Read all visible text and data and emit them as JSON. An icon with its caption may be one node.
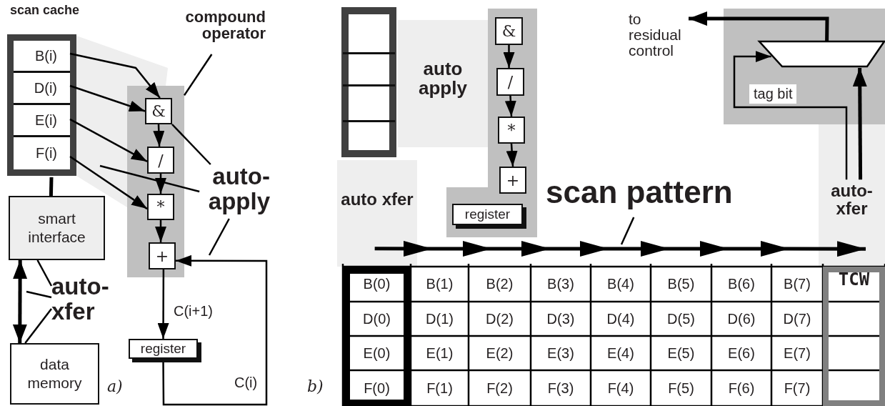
{
  "diagram": {
    "nodes": [
      {
        "text": [
          "scan cache"
        ]
      },
      {
        "text": [
          "B(i)"
        ],
        "in": 0
      },
      {
        "text": [
          "D(i)"
        ],
        "in": 0
      },
      {
        "text": [
          "E(i)"
        ],
        "in": 0
      },
      {
        "text": [
          "F(i)"
        ],
        "in": 0
      },
      {
        "text": [],
        "shape": "box"
      },
      {
        "text": [
          "&"
        ],
        "in": 5
      },
      {
        "text": [
          "/"
        ],
        "in": 5
      },
      {
        "text": [
          "*"
        ],
        "in": 5
      },
      {
        "text": [
          "+"
        ],
        "in": 5
      },
      {
        "text": [
          "compound operator"
        ]
      },
      {
        "text": [
          "auto-apply"
        ]
      },
      {
        "text": [
          "smart interface"
        ]
      },
      {
        "text": [
          "data memory"
        ]
      },
      {
        "text": [
          "auto-xfer"
        ]
      },
      {
        "text": [
          "register"
        ]
      },
      {
        "text": [],
        "shape": "box"
      },
      {
        "text": [
          "auto apply"
        ]
      },
      {
        "text": [],
        "shape": "box"
      },
      {
        "text": [
          "&"
        ],
        "in": 18
      },
      {
        "text": [
          "/"
        ],
        "in": 18
      },
      {
        "text": [
          "*"
        ],
        "in": 18
      },
      {
        "text": [
          "+"
        ],
        "in": 18
      },
      {
        "text": [
          "register"
        ],
        "in": 18
      },
      {
        "text": [],
        "shape": "box"
      },
      {
        "text": [],
        "shape": "trapezoid",
        "in": 24
      },
      {
        "text": [
          "to residual control"
        ]
      },
      {
        "text": [
          "auto-xfer"
        ]
      },
      {
        "text": [
          "auto xfer"
        ]
      },
      {
        "text": [
          "scan pattern"
        ]
      }
    ],
    "edges": [
      {
        "from": 1,
        "to": 6,
        "arrow": "to"
      },
      {
        "from": 2,
        "to": 6,
        "arrow": "to"
      },
      {
        "from": 3,
        "to": 7,
        "arrow": "to"
      },
      {
        "from": 4,
        "to": 8,
        "arrow": "to"
      },
      {
        "from": 6,
        "to": 7,
        "arrow": "to"
      },
      {
        "from": 7,
        "to": 8,
        "arrow": "to"
      },
      {
        "from": 8,
        "to": 9,
        "arrow": "to"
      },
      {
        "from": 9,
        "to": 15,
        "arrow": "to",
        "label": "C(i+1)"
      },
      {
        "from": 15,
        "to": 9,
        "arrow": "to",
        "label": "C(i)"
      },
      {
        "from": 0,
        "to": 12,
        "arrow": "none",
        "style": "thick"
      },
      {
        "from": 12,
        "to": 13,
        "arrow": "both",
        "style": "thick"
      },
      {
        "from": 10,
        "to": 5,
        "arrow": "none"
      },
      {
        "from": 11,
        "to": 6,
        "arrow": "none"
      },
      {
        "from": 11,
        "to": null,
        "arrow": "none"
      },
      {
        "from": 11,
        "to": null,
        "arrow": "none"
      },
      {
        "from": 14,
        "to": 12,
        "arrow": "none"
      },
      {
        "from": 14,
        "to": null,
        "arrow": "none"
      },
      {
        "from": 14,
        "to": 13,
        "arrow": "none"
      },
      {
        "from": 19,
        "to": 20,
        "arrow": "to"
      },
      {
        "from": 20,
        "to": 21,
        "arrow": "to"
      },
      {
        "from": 21,
        "to": 22,
        "arrow": "to"
      },
      {
        "from": 25,
        "to": 26,
        "arrow": "to",
        "style": "thick"
      },
      {
        "from": 27,
        "to": 25,
        "arrow": "to",
        "label": "tag bit"
      },
      {
        "from": 27,
        "to": 25,
        "arrow": "to",
        "style": "thick"
      },
      {
        "from": 28,
        "to": 27,
        "arrow": "to",
        "style": "thick"
      },
      {
        "from": 29,
        "to": null,
        "arrow": "none"
      }
    ],
    "labels": [
      "a)",
      "b)",
      "B(0)",
      "B(1)",
      "B(2)",
      "B(3)",
      "B(4)",
      "B(5)",
      "B(6)",
      "B(7)",
      "TCW",
      "D(0)",
      "D(1)",
      "D(2)",
      "D(3)",
      "D(4)",
      "D(5)",
      "D(6)",
      "D(7)",
      "E(0)",
      "E(1)",
      "E(2)",
      "E(3)",
      "E(4)",
      "E(5)",
      "E(6)",
      "E(7)",
      "F(0)",
      "F(1)",
      "F(2)",
      "F(3)",
      "F(4)",
      "F(5)",
      "F(6)",
      "F(7)"
    ]
  }
}
